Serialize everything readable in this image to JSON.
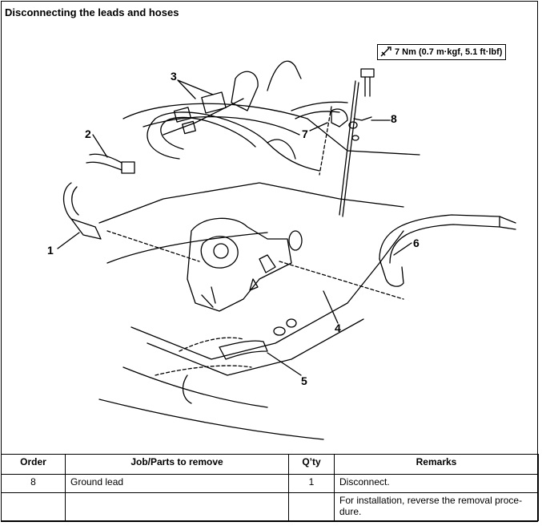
{
  "title": "Disconnecting the leads and hoses",
  "torque_spec": "7 Nm (0.7 m·kgf, 5.1 ft·lbf)",
  "callouts": [
    "1",
    "2",
    "3",
    "4",
    "5",
    "6",
    "7",
    "8"
  ],
  "table": {
    "headers": [
      "Order",
      "Job/Parts to remove",
      "Q’ty",
      "Remarks"
    ],
    "rows": [
      {
        "order": "8",
        "part": "Ground lead",
        "qty": "1",
        "remarks": "Disconnect."
      },
      {
        "order": "",
        "part": "",
        "qty": "",
        "remarks": "For installation, reverse the removal proce-dure."
      }
    ]
  }
}
